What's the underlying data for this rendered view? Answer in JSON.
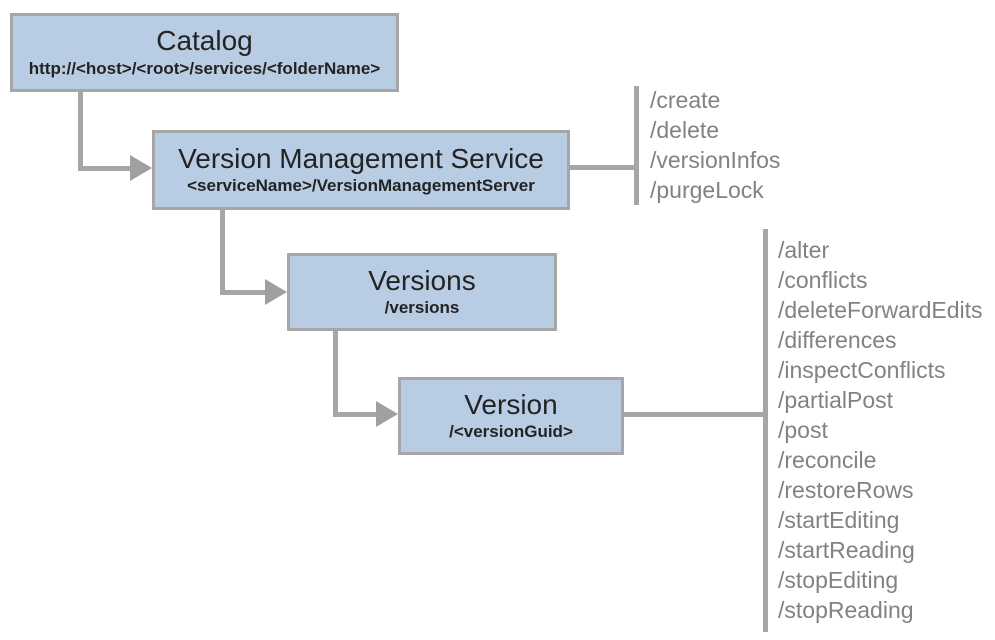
{
  "diagram": {
    "nodes": [
      {
        "id": "catalog",
        "title": "Catalog",
        "subtitle": "http://<host>/<root>/services/<folderName>"
      },
      {
        "id": "vms",
        "title": "Version Management Service",
        "subtitle": "<serviceName>/VersionManagementServer"
      },
      {
        "id": "versions",
        "title": "Versions",
        "subtitle": "/versions"
      },
      {
        "id": "version",
        "title": "Version",
        "subtitle": "/<versionGuid>"
      }
    ],
    "vms_operations": [
      "/create",
      "/delete",
      "/versionInfos",
      "/purgeLock"
    ],
    "version_operations": [
      "/alter",
      "/conflicts",
      "/deleteForwardEdits",
      "/differences",
      "/inspectConflicts",
      "/partialPost",
      "/post",
      "/reconcile",
      "/restoreRows",
      "/startEditing",
      "/startReading",
      "/stopEditing",
      "/stopReading"
    ],
    "colors": {
      "box_fill": "#b8cce4",
      "box_border": "#a6a6a6",
      "connector_line": "#a6a6a6",
      "arrowhead": "#a0a0a0",
      "title_text": "#232323",
      "operation_text": "#808285",
      "background": "#ffffff"
    }
  }
}
